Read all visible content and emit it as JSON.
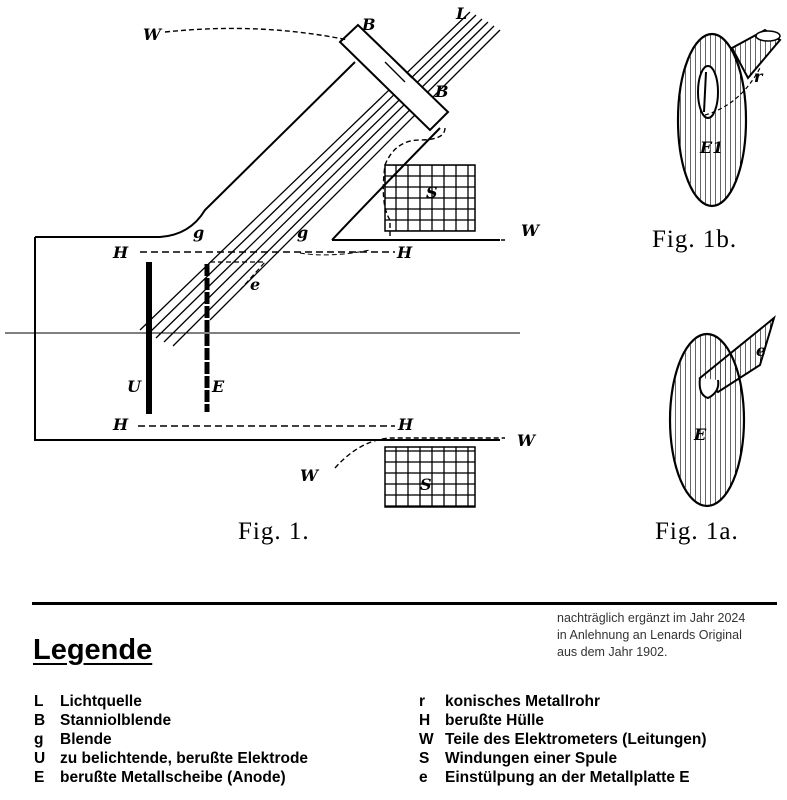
{
  "figure": {
    "labels": {
      "L": "L",
      "B1": "B",
      "B2": "B",
      "W_top": "W",
      "W_mid": "W",
      "W_bot1": "W",
      "W_bot2": "W",
      "H_left1": "H",
      "H_right1": "H",
      "H_left2": "H",
      "H_right2": "H",
      "g1": "g",
      "g2": "g",
      "S1": "S",
      "S2": "S",
      "e_main": "e",
      "U": "U",
      "E": "E",
      "r": "r",
      "E1": "E1",
      "e_1a": "e",
      "E_1a": "E"
    },
    "captions": {
      "fig1": "Fig. 1.",
      "fig1b": "Fig. 1b.",
      "fig1a": "Fig. 1a."
    }
  },
  "note": [
    "nachträglich ergänzt im Jahr 2024",
    "in Anlehnung an Lenards Original",
    "aus dem Jahr 1902."
  ],
  "legend": {
    "title": "Legende",
    "left": [
      {
        "key": "L",
        "text": "Lichtquelle"
      },
      {
        "key": "B",
        "text": "Stanniolblende"
      },
      {
        "key": "g",
        "text": "Blende"
      },
      {
        "key": "U",
        "text": "zu belichtende, berußte Elektrode"
      },
      {
        "key": "E",
        "text": "berußte Metallscheibe (Anode)"
      }
    ],
    "right": [
      {
        "key": "r",
        "text": "konisches Metallrohr"
      },
      {
        "key": "H",
        "text": "berußte Hülle"
      },
      {
        "key": "W",
        "text": "Teile des Elektrometers (Leitungen)"
      },
      {
        "key": "S",
        "text": "Windungen einer Spule"
      },
      {
        "key": "e",
        "text": "Einstülpung an der Metallplatte E"
      }
    ]
  }
}
